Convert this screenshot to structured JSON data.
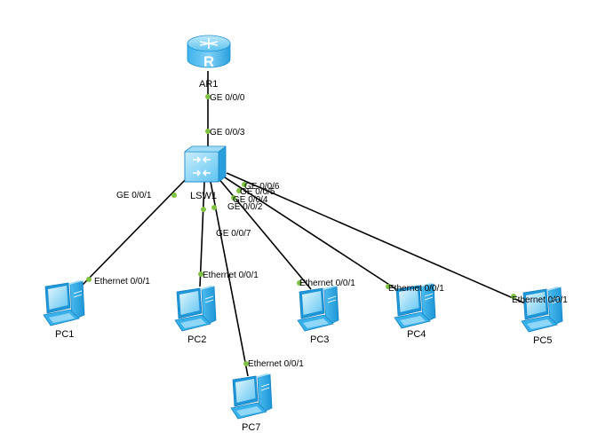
{
  "colors": {
    "link": "#000000",
    "port_dot": "#7fc241",
    "device_blue": "#2aaae8",
    "device_light": "#aee3fb",
    "background": "#ffffff"
  },
  "devices": {
    "router": {
      "label": "AR1",
      "icon": "router-icon"
    },
    "switch": {
      "label": "LSW1",
      "icon": "switch-icon"
    },
    "pc1": {
      "label": "PC1",
      "icon": "pc-icon"
    },
    "pc2": {
      "label": "PC2",
      "icon": "pc-icon"
    },
    "pc3": {
      "label": "PC3",
      "icon": "pc-icon"
    },
    "pc4": {
      "label": "PC4",
      "icon": "pc-icon"
    },
    "pc5": {
      "label": "PC5",
      "icon": "pc-icon"
    },
    "pc7": {
      "label": "PC7",
      "icon": "pc-icon"
    }
  },
  "links": [
    {
      "id": "ar1-lsw1",
      "a_port": "GE 0/0/0",
      "b_port": "GE 0/0/3"
    },
    {
      "id": "lsw1-pc1",
      "a_port": "GE 0/0/1",
      "b_port": "Ethernet 0/0/1"
    },
    {
      "id": "lsw1-pc2",
      "a_port": "",
      "b_port": "Ethernet 0/0/1"
    },
    {
      "id": "lsw1-pc7",
      "a_port": "GE 0/0/7",
      "b_port": "Ethernet 0/0/1"
    },
    {
      "id": "lsw1-pc3",
      "a_port": "GE 0/0/2",
      "b_port": "Ethernet 0/0/1"
    },
    {
      "id": "lsw1-pc4",
      "a_port": "GE 0/0/4",
      "b_port": "Ethernet 0/0/1"
    },
    {
      "id": "lsw1-pc5",
      "a_port": "GE 0/0/5",
      "b_port": "Ethernet 0/0/1"
    },
    {
      "id": "lsw1-pc5-b",
      "a_port": "GE 0/0/6",
      "b_port": ""
    }
  ]
}
